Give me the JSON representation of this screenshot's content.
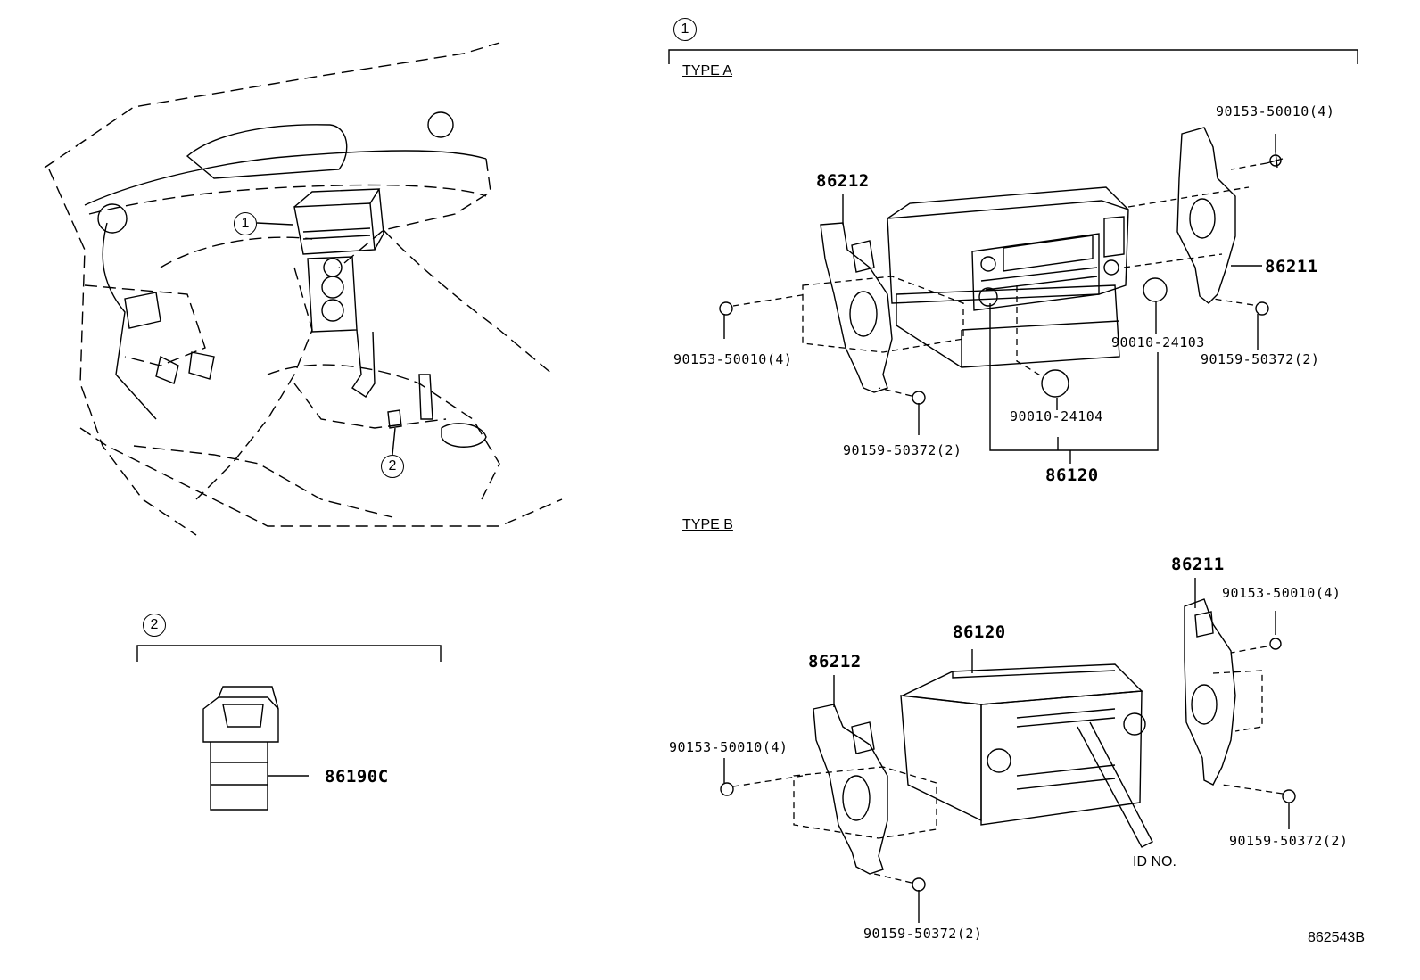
{
  "callouts": {
    "one": "1",
    "two": "2",
    "dash_one": "1",
    "dash_two": "2"
  },
  "type_a": {
    "heading": "TYPE A",
    "bolt_top_right": "90153-50010(4)",
    "bracket_left": "86212",
    "bracket_right": "86211",
    "bolt_left": "90153-50010(4)",
    "screw_right": "90159-50372(2)",
    "knob_right": "90010-24103",
    "knob_center": "90010-24104",
    "screw_left": "90159-50372(2)",
    "radio": "86120"
  },
  "type_b": {
    "heading": "TYPE B",
    "bracket_right": "86211",
    "bolt_top_right": "90153-50010(4)",
    "radio": "86120",
    "bracket_left": "86212",
    "bolt_left": "90153-50010(4)",
    "screw_right": "90159-50372(2)",
    "id_no": "ID NO.",
    "screw_left": "90159-50372(2)"
  },
  "switch": {
    "part": "86190C"
  },
  "drawing_code": "862543B"
}
